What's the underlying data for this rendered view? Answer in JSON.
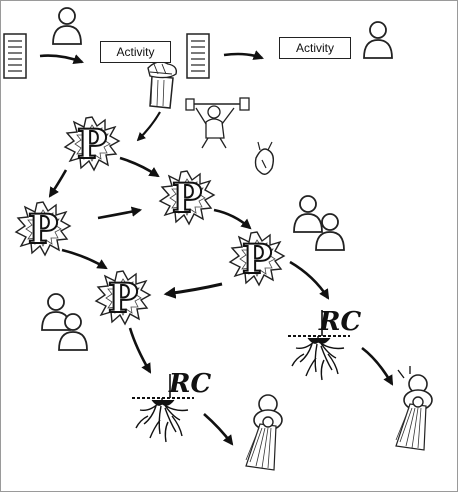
{
  "activities": [
    "Activity",
    "Activity"
  ],
  "problem_letter": "P",
  "root_cause_label": "RC"
}
